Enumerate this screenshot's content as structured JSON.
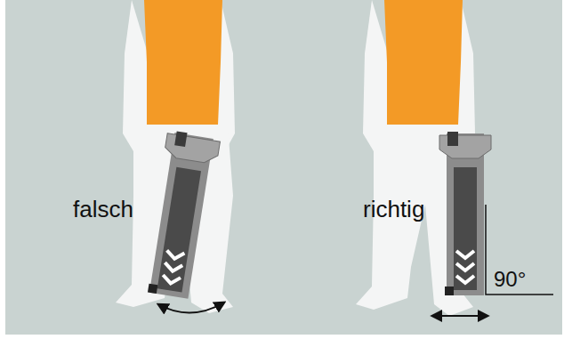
{
  "diagram": {
    "labels": [
      "falsch",
      "richtig",
      "90°"
    ]
  }
}
